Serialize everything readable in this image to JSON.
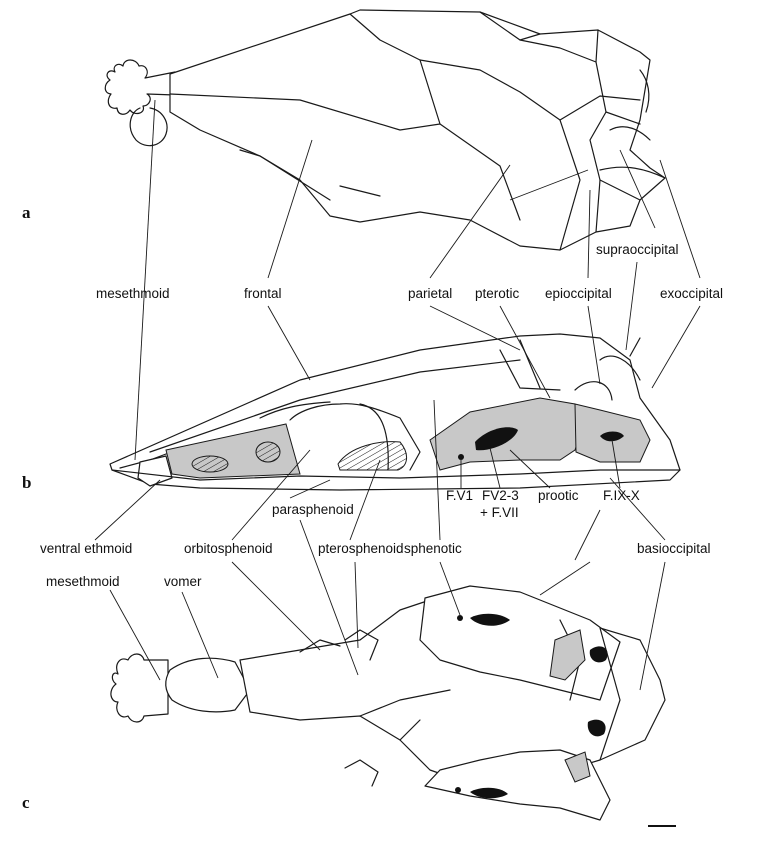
{
  "panels": {
    "a": "a",
    "b": "b",
    "c": "c"
  },
  "labels": {
    "mesethmoid_b": "mesethmoid",
    "frontal": "frontal",
    "parietal": "parietal",
    "pterotic": "pterotic",
    "epioccipital": "epioccipital",
    "supraoccipital": "supraoccipital",
    "exoccipital": "exoccipital",
    "fv1": "F.V1",
    "fv23_line1": "FV2-3",
    "fv23_line2": "+ F.VII",
    "prootic": "prootic",
    "fixx": "F.IX-X",
    "parasphenoid": "parasphenoid",
    "ventral_ethmoid": "ventral ethmoid",
    "orbitosphenoid": "orbitosphenoid",
    "pterosphenoid": "pterosphenoid",
    "sphenotic": "sphenotic",
    "basioccipital": "basioccipital",
    "mesethmoid_c": "mesethmoid",
    "vomer": "vomer"
  }
}
